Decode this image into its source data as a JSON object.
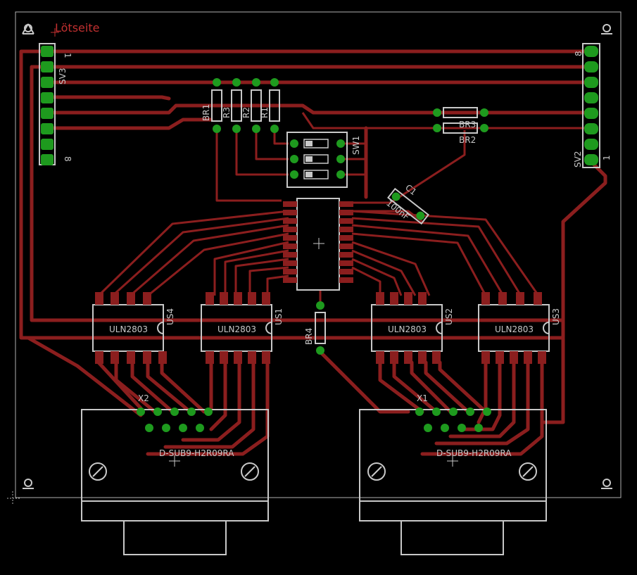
{
  "layer_title": "Lötseite",
  "labels": {
    "sv3": "SV3",
    "sv3_pin1": "1",
    "sv3_pin8": "8",
    "sv2": "SV2",
    "sv2_pin1": "1",
    "sv2_pin8": "8",
    "br1": "BR1",
    "r1": "R1",
    "r2": "R2",
    "r3": "R3",
    "br2": "BR2",
    "br3": "BR3",
    "br4": "BR4",
    "sw1": "SW1",
    "c1": "C1",
    "c1_value": "100nF",
    "us1": "US1",
    "us2": "US2",
    "us3": "US3",
    "us4": "US4",
    "uln": "ULN2803",
    "x1": "X1",
    "x2": "X2",
    "dsub": "D-SUB9-H2R09RA"
  },
  "colors": {
    "background": "#000000",
    "trace": "#8b1e1e",
    "pad": "#1e9a1e",
    "silkscreen": "#c8c8c8",
    "title": "#c23030"
  }
}
